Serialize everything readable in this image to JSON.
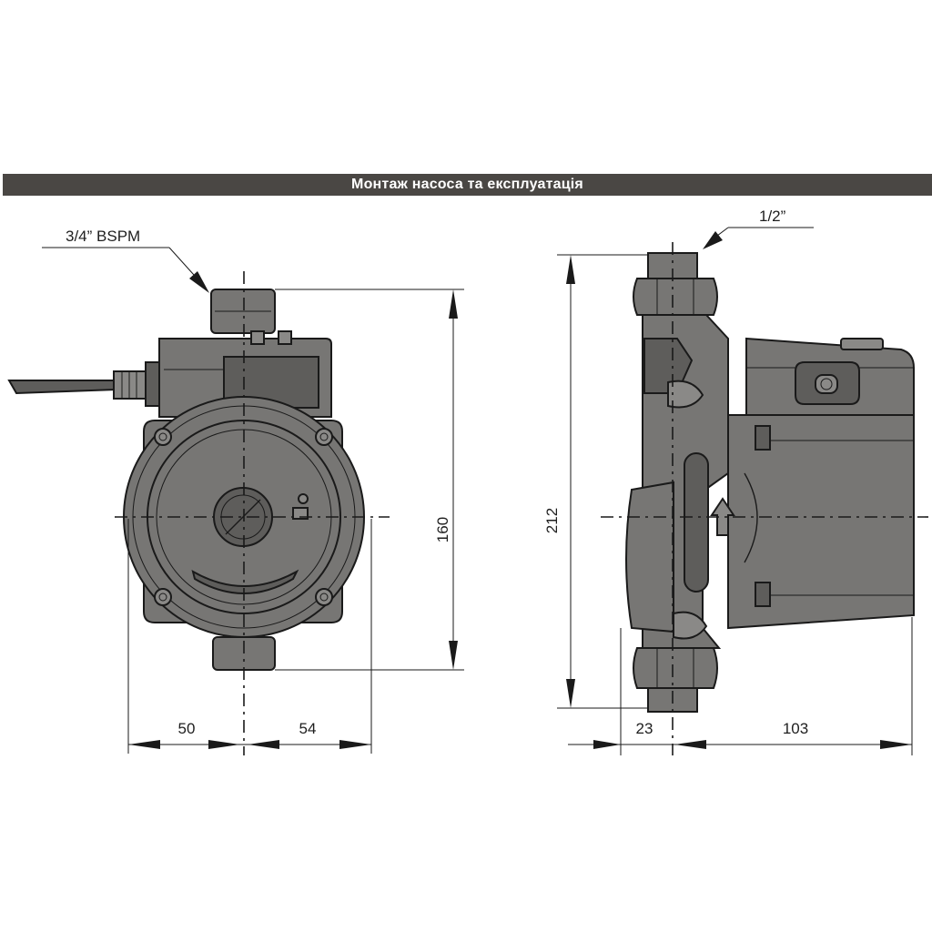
{
  "title": "Монтаж насоса та експлуатація",
  "labels": {
    "inlet_thread": "3/4” BSPM",
    "connection_thread": "1/2”"
  },
  "dimensions": {
    "front_height": "160",
    "front_left_width": "50",
    "front_right_width": "54",
    "side_height": "212",
    "side_left_width": "23",
    "side_right_width": "103"
  },
  "colors": {
    "banner": "#4a4744",
    "pump_body": "#777674",
    "outline": "#1a1a1a"
  }
}
